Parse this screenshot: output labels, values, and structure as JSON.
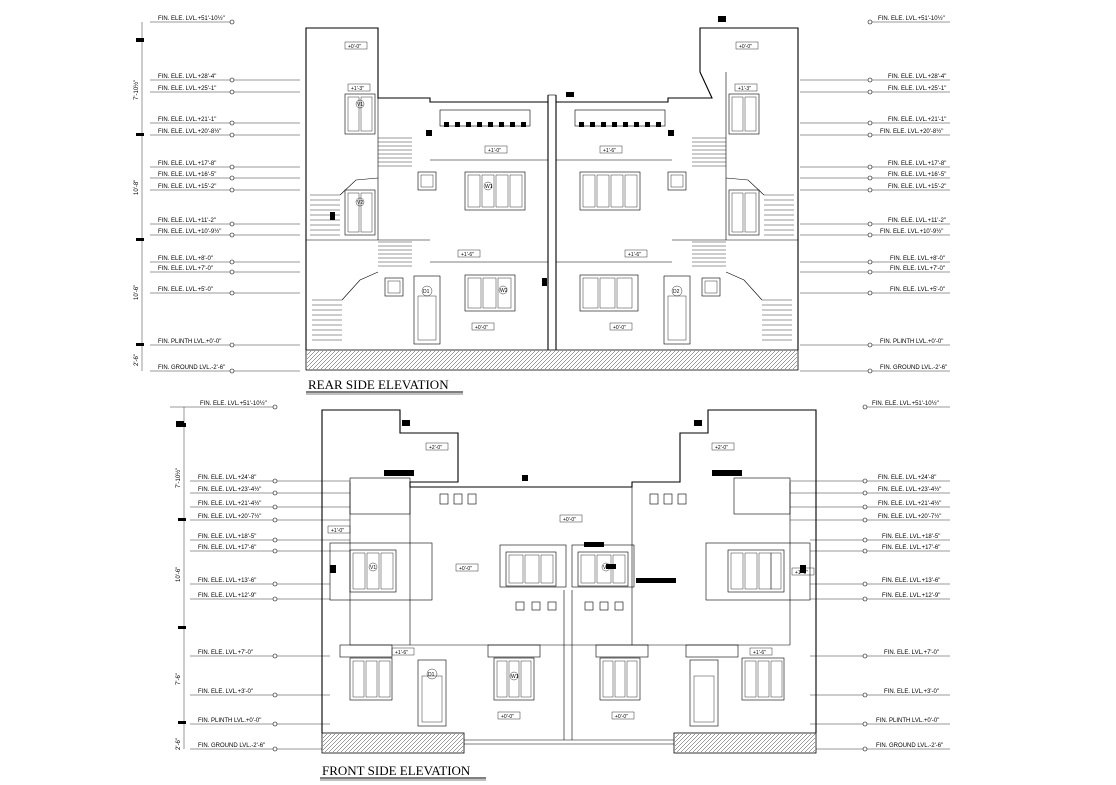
{
  "rear": {
    "title": "REAR SIDE ELEVATION",
    "levels_left": [
      "FIN. ELE. LVL.+51'-10½\"",
      "FIN. ELE. LVL.+28'-4\"",
      "FIN. ELE. LVL.+25'-1\"",
      "FIN. ELE. LVL.+21'-1\"",
      "FIN. ELE. LVL.+20'-8½\"",
      "FIN. ELE. LVL.+17'-8\"",
      "FIN. ELE. LVL.+16'-5\"",
      "FIN. ELE. LVL.+15'-2\"",
      "FIN. ELE. LVL.+11'-2\"",
      "FIN. ELE. LVL.+10'-9½\"",
      "FIN. ELE. LVL.+8'-0\"",
      "FIN. ELE. LVL.+7'-0\"",
      "FIN. ELE. LVL.+5'-0\"",
      "FIN. PLINTH LVL.+0'-0\"",
      "FIN. GROUND LVL.-2'-6\""
    ],
    "levels_right": [
      "FIN. ELE. LVL.+51'-10½\"",
      "FIN. ELE. LVL.+28'-4\"",
      "FIN. ELE. LVL.+25'-1\"",
      "FIN. ELE. LVL.+21'-1\"",
      "FIN. ELE. LVL.+20'-8½\"",
      "FIN. ELE. LVL.+17'-8\"",
      "FIN. ELE. LVL.+16'-5\"",
      "FIN. ELE. LVL.+15'-2\"",
      "FIN. ELE. LVL.+11'-2\"",
      "FIN. ELE. LVL.+10'-9½\"",
      "FIN. ELE. LVL.+8'-0\"",
      "FIN. ELE. LVL.+7'-0\"",
      "FIN. ELE. LVL.+5'-0\"",
      "FIN. PLINTH LVL.+0'-0\"",
      "FIN. GROUND LVL.-2'-6\""
    ],
    "dims": [
      "7'-10½\"",
      "10'-8\"",
      "10'-6\"",
      "2'-6\""
    ],
    "tags": [
      "+0'-0\"",
      "+1'-3\"",
      "+1'-6\"",
      "+0'-0\"",
      "+1'-0\"",
      "+1'-6\"",
      "+0'-0\"",
      "+1'-3\"",
      "+1'-6\"",
      "+0'-0\"",
      "V1",
      "V2",
      "W1",
      "W2",
      "D1",
      "D2"
    ]
  },
  "front": {
    "title": "FRONT SIDE ELEVATION",
    "levels_left": [
      "FIN. ELE. LVL.+51'-10½\"",
      "FIN. ELE. LVL.+24'-8\"",
      "FIN. ELE. LVL.+23'-4½\"",
      "FIN. ELE. LVL.+21'-4½\"",
      "FIN. ELE. LVL.+20'-7½\"",
      "FIN. ELE. LVL.+18'-5\"",
      "FIN. ELE. LVL.+17'-6\"",
      "FIN. ELE. LVL.+13'-6\"",
      "FIN. ELE. LVL.+12'-9\"",
      "FIN. ELE. LVL.+7'-0\"",
      "FIN. ELE. LVL.+3'-0\"",
      "FIN. PLINTH LVL.+0'-0\"",
      "FIN. GROUND LVL.-2'-6\""
    ],
    "levels_right": [
      "FIN. ELE. LVL.+51'-10½\"",
      "FIN. ELE. LVL.+24'-8\"",
      "FIN. ELE. LVL.+23'-4½\"",
      "FIN. ELE. LVL.+21'-4½\"",
      "FIN. ELE. LVL.+20'-7½\"",
      "FIN. ELE. LVL.+18'-5\"",
      "FIN. ELE. LVL.+17'-6\"",
      "FIN. ELE. LVL.+13'-6\"",
      "FIN. ELE. LVL.+12'-9\"",
      "FIN. ELE. LVL.+7'-0\"",
      "FIN. ELE. LVL.+3'-0\"",
      "FIN. PLINTH LVL.+0'-0\"",
      "FIN. GROUND LVL.-2'-6\""
    ],
    "dims": [
      "7'-10½\"",
      "10'-6\"",
      "7'-6\"",
      "2'-6\""
    ],
    "tags": [
      "+2'-0\"",
      "+1'-0\"",
      "+0'-0\"",
      "+2'-0\"",
      "+1'-0\"",
      "+0'-0\"",
      "+1'-6\"",
      "+1'-6\"",
      "+0'-0\"",
      "+0'-0\"",
      "V1",
      "V2",
      "W1",
      "D1"
    ]
  }
}
